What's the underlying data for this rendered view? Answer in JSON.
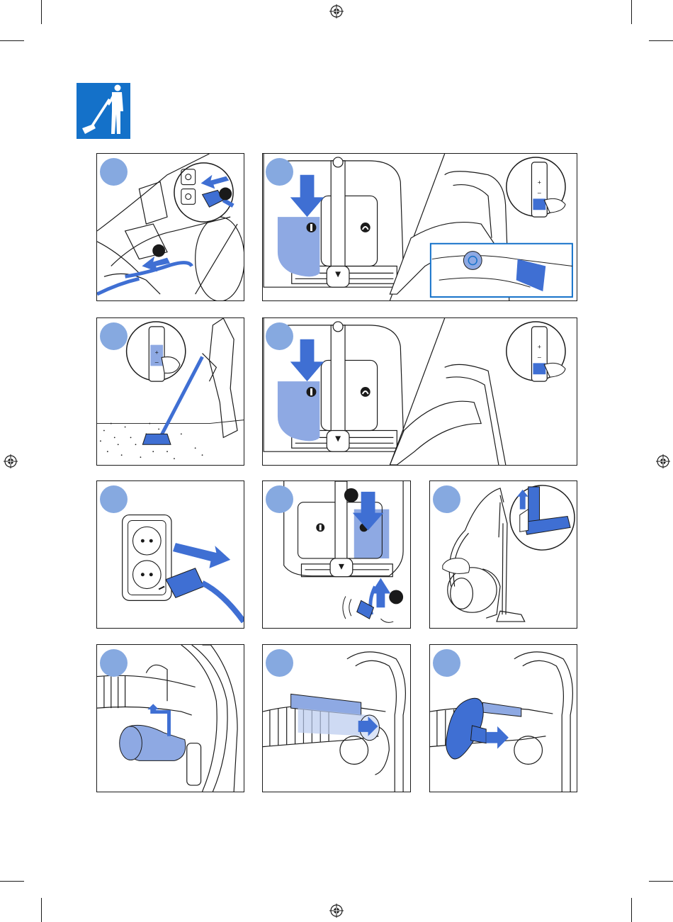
{
  "colors": {
    "brand": "#1471c9",
    "step_dot": "#86a9e0",
    "accent_blue": "#3f6fd3",
    "light_blue": "#8ea9e3",
    "outline": "#1a1a1a"
  },
  "icons": {
    "header_badge": "vacuuming-person-icon",
    "registration_mark": "registration-crosshair-icon"
  },
  "panels": [
    {
      "id": "step-1",
      "subject": "cord-plug-in"
    },
    {
      "id": "step-2",
      "subject": "power-on-button"
    },
    {
      "id": "step-3",
      "subject": "adjust-suction-vacuuming"
    },
    {
      "id": "step-4",
      "subject": "power-off-button"
    },
    {
      "id": "step-5",
      "subject": "unplug-from-socket"
    },
    {
      "id": "step-6",
      "subject": "cord-rewind"
    },
    {
      "id": "step-7",
      "subject": "parking-position"
    },
    {
      "id": "step-8",
      "subject": "accessory-clip"
    },
    {
      "id": "step-9",
      "subject": "crevice-tool"
    },
    {
      "id": "step-10",
      "subject": "small-nozzle"
    }
  ]
}
